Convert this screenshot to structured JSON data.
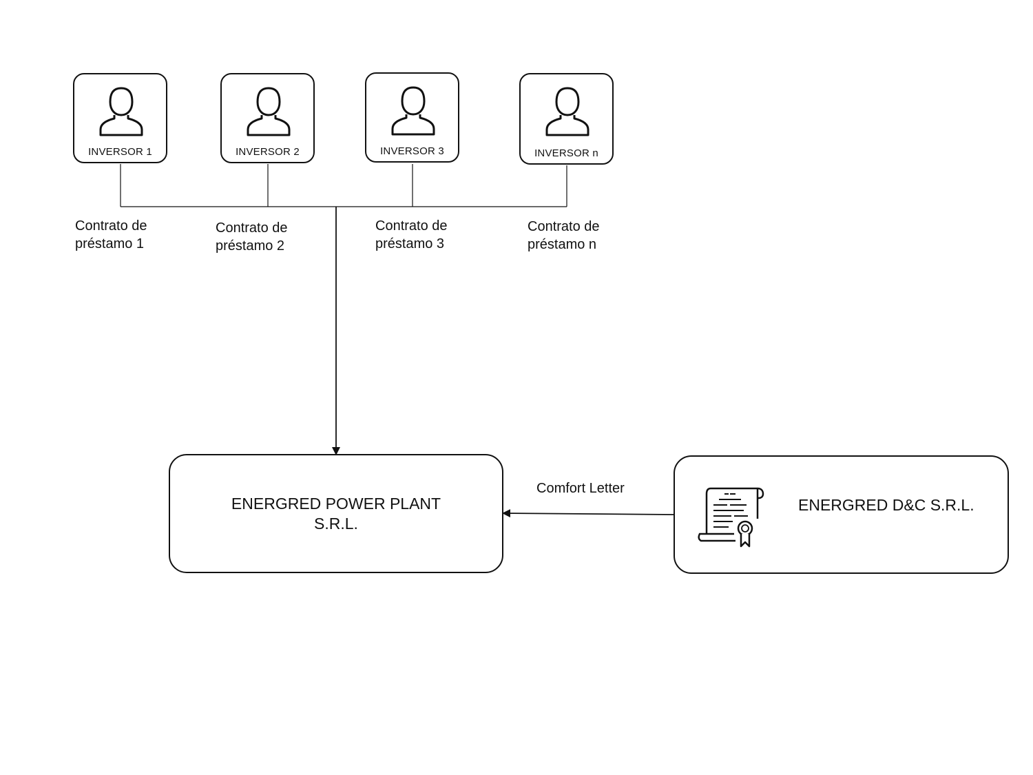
{
  "investors": [
    {
      "label": "INVERSOR 1",
      "contract": [
        "Contrato de",
        "préstamo 1"
      ]
    },
    {
      "label": "INVERSOR 2",
      "contract": [
        "Contrato de",
        "préstamo 2"
      ]
    },
    {
      "label": "INVERSOR 3",
      "contract": [
        "Contrato de",
        "préstamo 3"
      ]
    },
    {
      "label": "INVERSOR n",
      "contract": [
        "Contrato de",
        "préstamo n"
      ]
    }
  ],
  "plant": {
    "name_line1": "ENERGRED POWER PLANT",
    "name_line2": "S.R.L."
  },
  "dc": {
    "name": "ENERGRED D&C S.R.L."
  },
  "edges": {
    "comfort_letter": "Comfort Letter"
  },
  "icons": {
    "investor": "person-icon",
    "dc": "certificate-scroll-icon"
  }
}
